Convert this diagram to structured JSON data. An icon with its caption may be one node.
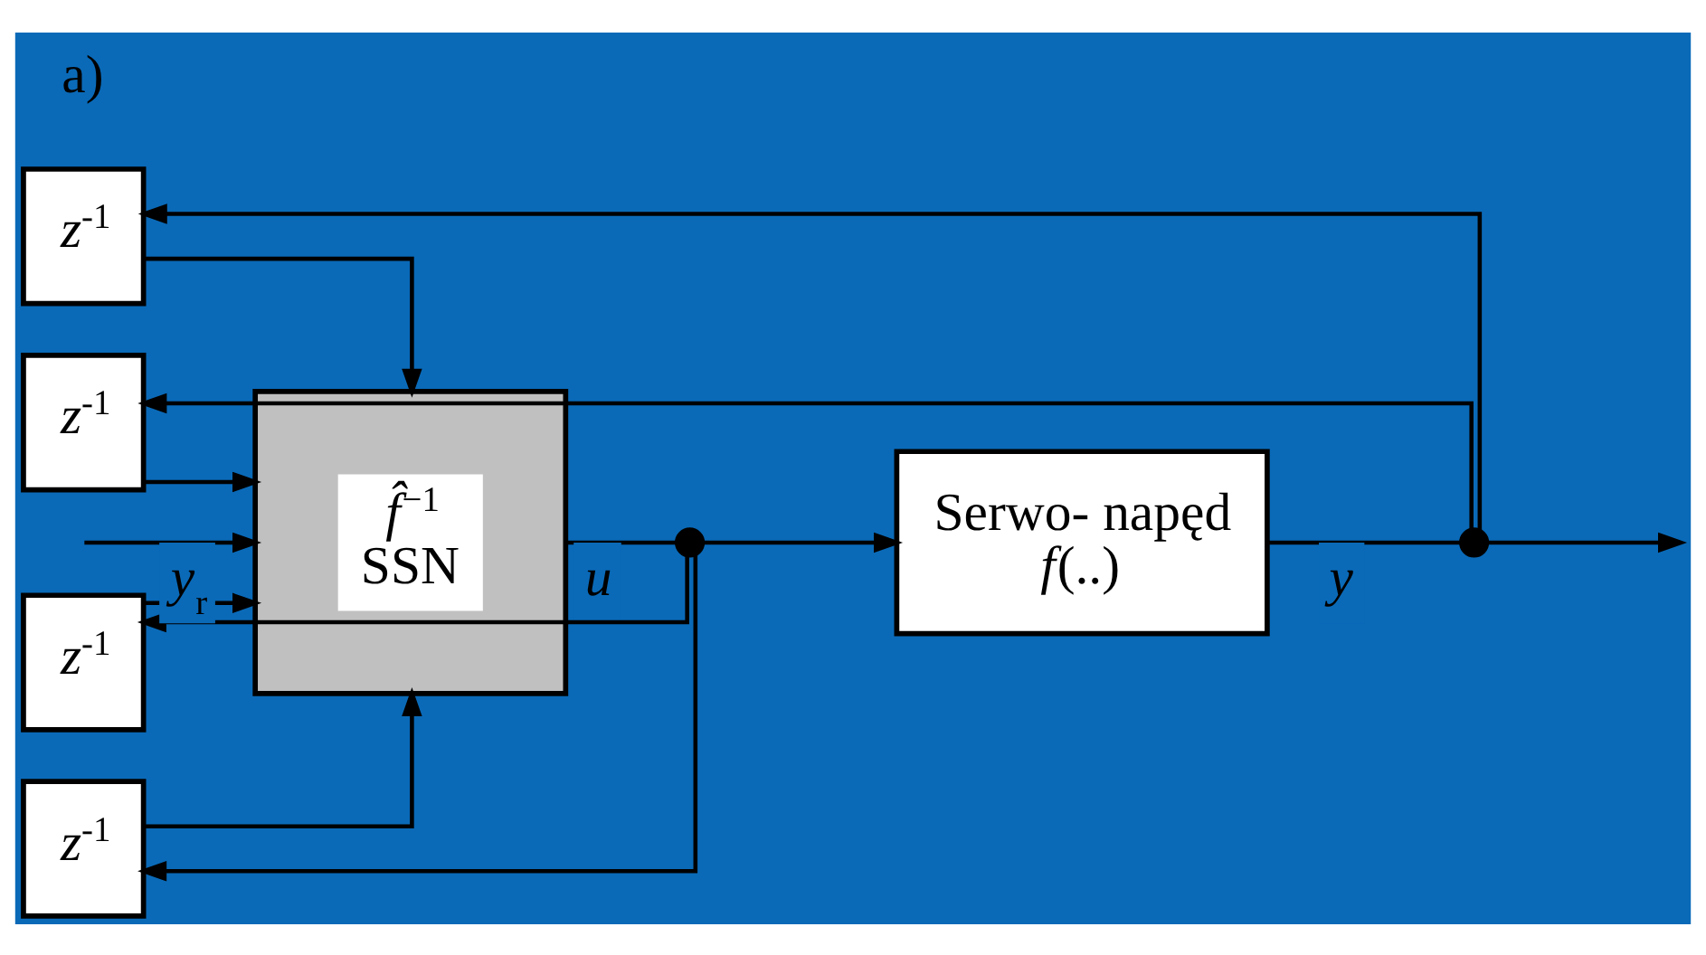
{
  "diagram": {
    "nodes": [
      {
        "text": [],
        "shape": "box"
      },
      {
        "text": [
          "*f̂*$^{−1}$",
          "SSN"
        ],
        "in": 0
      },
      {
        "text": [
          "*z*$^{-1}$"
        ]
      },
      {
        "text": [
          "*z*$^{-1}$"
        ]
      },
      {
        "text": [
          "*z*$^{-1}$"
        ]
      },
      {
        "text": [
          "*z*$^{-1}$"
        ]
      },
      {
        "text": [
          "Serwo- napęd",
          "*f*(..)"
        ]
      },
      {
        "text": [],
        "shape": "circle"
      },
      {
        "text": [],
        "shape": "circle"
      }
    ],
    "edges": [
      {
        "from": 8,
        "to": 2,
        "arrow": "to"
      },
      {
        "from": 8,
        "to": 3,
        "arrow": "to"
      },
      {
        "from": 7,
        "to": 4,
        "arrow": "to"
      },
      {
        "from": 7,
        "to": 5,
        "arrow": "to"
      },
      {
        "from": 2,
        "to": 0,
        "arrow": "to"
      },
      {
        "from": 3,
        "to": 0,
        "arrow": "to"
      },
      {
        "from": null,
        "to": 0,
        "arrow": "to",
        "label": "*y*$_{r}$"
      },
      {
        "from": 4,
        "to": 0,
        "arrow": "to"
      },
      {
        "from": 5,
        "to": 0,
        "arrow": "to"
      },
      {
        "from": 0,
        "to": 7,
        "arrow": "none",
        "label": "*u*"
      },
      {
        "from": 7,
        "to": 6,
        "arrow": "to"
      },
      {
        "from": 6,
        "to": 8,
        "arrow": "none",
        "label": "*y*"
      },
      {
        "from": 8,
        "to": null,
        "arrow": "to"
      }
    ],
    "labels": [
      "a)"
    ]
  }
}
